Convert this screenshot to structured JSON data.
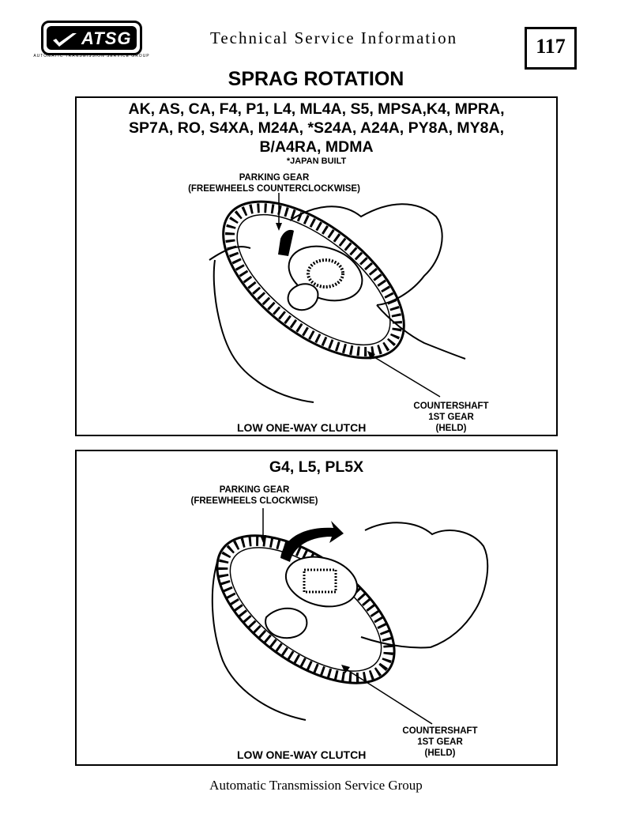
{
  "header": {
    "logo_text": "ATSG",
    "logo_ring_text": "AUTOMATIC TRANSMISSION SERVICE GROUP",
    "service_title": "Technical Service Information",
    "page_number": "117"
  },
  "title": "SPRAG ROTATION",
  "panel1": {
    "models_line1": "AK, AS, CA, F4, P1, L4, ML4A, S5, MPSA,K4, MPRA,",
    "models_line2": "SP7A, RO, S4XA, M24A, *S24A, A24A, PY8A, MY8A,",
    "models_line3": "B/A4RA, MDMA",
    "note": "*JAPAN BUILT",
    "parking_gear_line1": "PARKING GEAR",
    "parking_gear_line2": "(FREEWHEELS COUNTERCLOCKWISE)",
    "countershaft_line1": "COUNTERSHAFT",
    "countershaft_line2": "1ST GEAR",
    "countershaft_line3": "(HELD)",
    "clutch_label": "LOW ONE-WAY CLUTCH"
  },
  "panel2": {
    "models_line1": "G4, L5, PL5X",
    "parking_gear_line1": "PARKING GEAR",
    "parking_gear_line2": "(FREEWHEELS CLOCKWISE)",
    "countershaft_line1": "COUNTERSHAFT",
    "countershaft_line2": "1ST GEAR",
    "countershaft_line3": "(HELD)",
    "clutch_label": "LOW ONE-WAY CLUTCH"
  },
  "footer": "Automatic Transmission Service Group"
}
